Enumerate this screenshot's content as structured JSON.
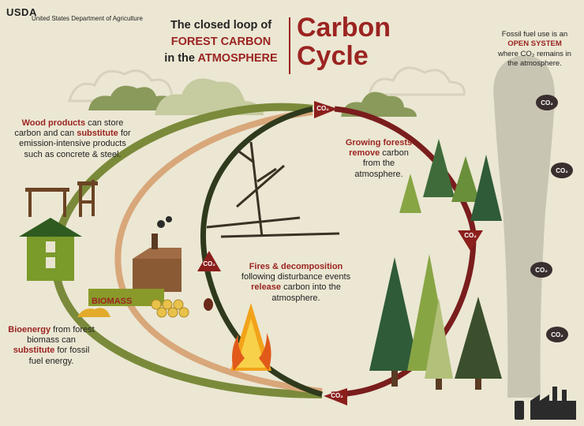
{
  "header": {
    "logo": "USDA",
    "agency": "United States Department of Agriculture"
  },
  "title": {
    "line1": "The closed loop of",
    "line2": "FOREST CARBON",
    "line3_pre": "in the ",
    "line3_hl": "ATMOSPHERE",
    "big_line1": "Carbon",
    "big_line2": "Cycle"
  },
  "fossil": {
    "t1": "Fossil fuel use is an ",
    "hl": "OPEN SYSTEM",
    "t2": " where CO₂ remains in the atmosphere."
  },
  "wood": {
    "hl1": "Wood products",
    "t1": " can store carbon and can ",
    "hl2": "substitute",
    "t2": " for emission-intensive products such as concrete & steel."
  },
  "growing": {
    "hl1": "Growing forests",
    "hl2": "remove",
    "t1": " carbon from the atmosphere."
  },
  "fires": {
    "hl1": "Fires & decomposition",
    "t1": " following disturbance events ",
    "hl2": "release",
    "t2": " carbon into the atmosphere."
  },
  "bio": {
    "hl1": "Bioenergy",
    "t1": " from forest biomass can ",
    "hl2": "substitute",
    "t2": " for fossil fuel energy."
  },
  "labels": {
    "biomass": "BIOMASS",
    "co2": "CO₂"
  },
  "colors": {
    "background": "#ebe7d3",
    "accent_red": "#9b2421",
    "accent_green": "#7a9a2a",
    "loop_dark": "#2f3a1d",
    "loop_red": "#7a1d1d",
    "smoke": "#c9c5b3"
  }
}
